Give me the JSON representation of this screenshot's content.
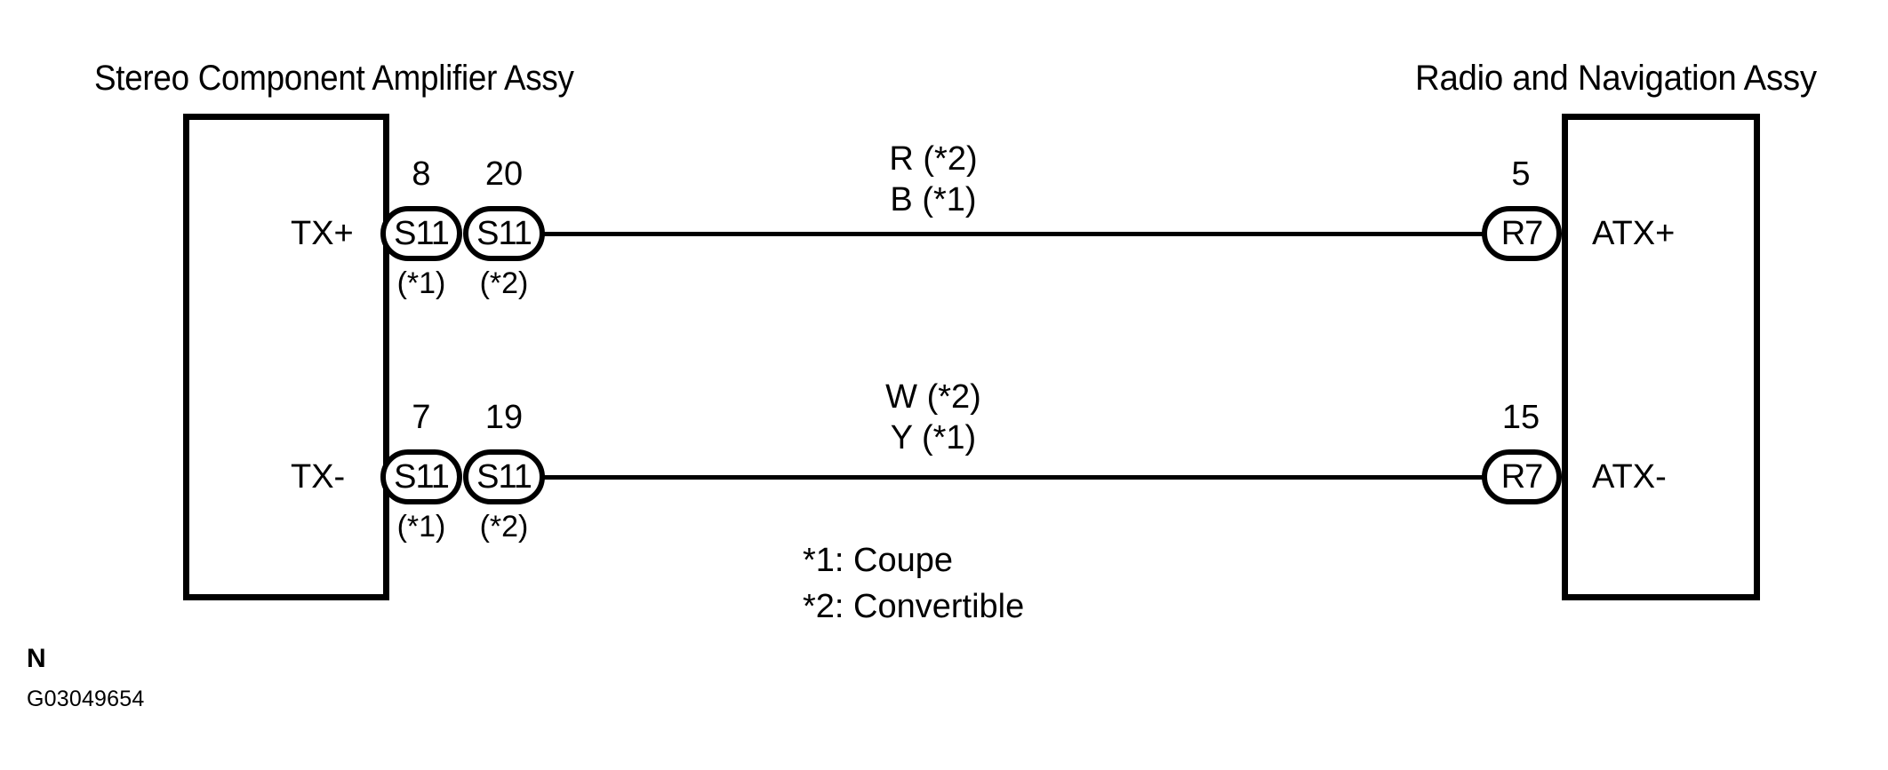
{
  "diagram": {
    "type": "automotive-wiring-diagram",
    "left_component": {
      "title": "Stereo Component Amplifier Assy",
      "terminals": [
        {
          "name": "TX+"
        },
        {
          "name": "TX-"
        }
      ]
    },
    "right_component": {
      "title": "Radio and Navigation Assy",
      "terminals": [
        {
          "name": "ATX+"
        },
        {
          "name": "ATX-"
        }
      ]
    },
    "connections": [
      {
        "row": "top",
        "left_terminal": "TX+",
        "right_terminal": "ATX+",
        "left_connectors": [
          {
            "pin": "8",
            "code": "S11",
            "note": "(*1)"
          },
          {
            "pin": "20",
            "code": "S11",
            "note": "(*2)"
          }
        ],
        "right_connector": {
          "pin": "5",
          "code": "R7"
        },
        "wire_colors": [
          "R (*2)",
          "B (*1)"
        ]
      },
      {
        "row": "bottom",
        "left_terminal": "TX-",
        "right_terminal": "ATX-",
        "left_connectors": [
          {
            "pin": "7",
            "code": "S11",
            "note": "(*1)"
          },
          {
            "pin": "19",
            "code": "S11",
            "note": "(*2)"
          }
        ],
        "right_connector": {
          "pin": "15",
          "code": "R7"
        },
        "wire_colors": [
          "W (*2)",
          "Y (*1)"
        ]
      }
    ],
    "legend": [
      "*1: Coupe",
      "*2: Convertible"
    ],
    "footer": {
      "letter": "N",
      "code": "G03049654"
    },
    "colors": {
      "stroke": "#000000",
      "background": "#ffffff"
    }
  }
}
